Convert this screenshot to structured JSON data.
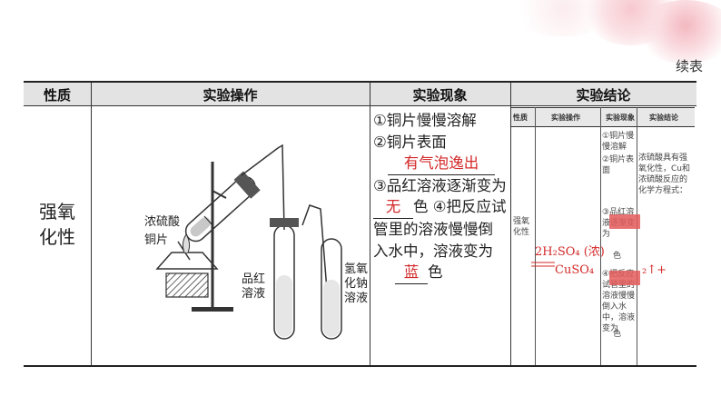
{
  "caption": "续表",
  "headers": {
    "property": "性质",
    "operation": "实验操作",
    "phenomenon": "实验现象",
    "conclusion": "实验结论"
  },
  "property": "强氧化性",
  "apparatus_labels": {
    "acid": "浓硫酸",
    "copper": "铜片",
    "pinkdye": "品红溶液",
    "naoh": "氢氧化钠溶液"
  },
  "phenomena": {
    "p1": "①铜片慢慢溶解",
    "p2": "②铜片表面",
    "p2_answer": "有气泡逸出",
    "p3": "③品红溶液逐渐变为",
    "p3_answer": "无",
    "p3_tail": "色",
    "p4": "④把反应试管里的溶液慢慢倒入水中，溶液变为",
    "p4_answer": "蓝",
    "p4_tail": "色"
  },
  "conclusion_panel": {
    "h1": "性质",
    "h2": "实验操作",
    "h3": "实验现象",
    "h4": "实验结论",
    "prop": "强氧化性",
    "ph1": "①铜片慢慢溶解",
    "ph2": "②铜片表面",
    "ph3": "③品红溶液逐渐变为",
    "ph4": "色",
    "ph5": "④把反应试管里的溶液慢慢倒入水中，溶液变为",
    "ph6": "色",
    "c1": "浓硫酸具有强氧化性，Cu和浓硫酸反应的化学方程式：",
    "eq1": "2H₂SO₄ (浓)",
    "eq2": "CuSO₄",
    "eq3": "₂↑+"
  }
}
